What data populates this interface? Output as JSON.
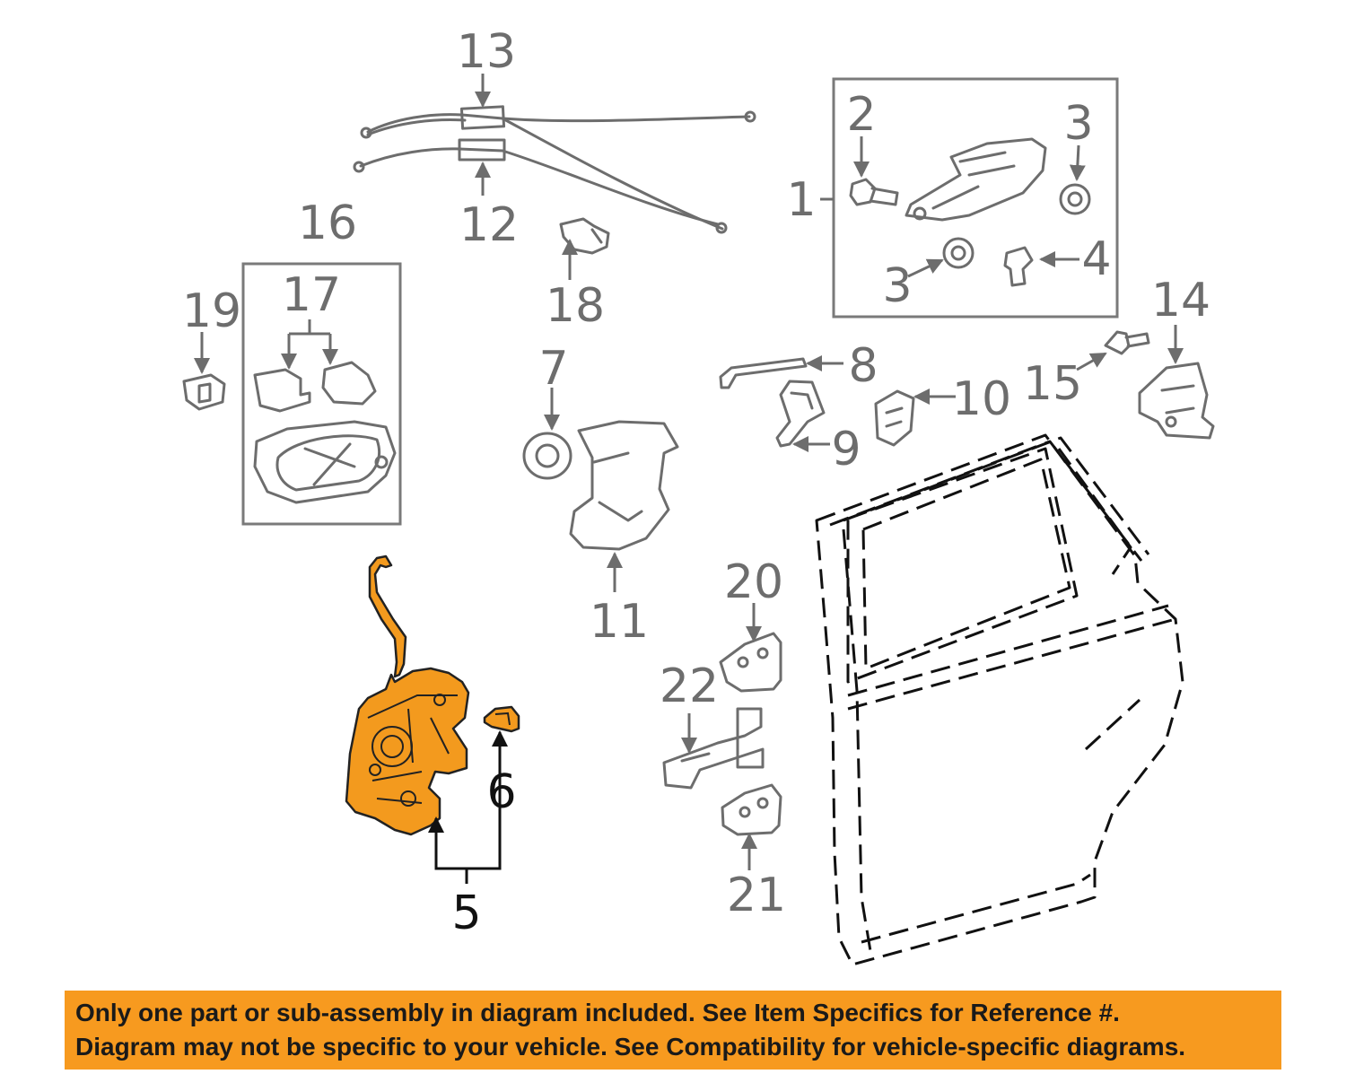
{
  "callouts": {
    "c1": "1",
    "c2": "2",
    "c3a": "3",
    "c3b": "3",
    "c4": "4",
    "c5": "5",
    "c6": "6",
    "c7": "7",
    "c8": "8",
    "c9": "9",
    "c10": "10",
    "c11": "11",
    "c12": "12",
    "c13": "13",
    "c14": "14",
    "c15": "15",
    "c16": "16",
    "c17": "17",
    "c18": "18",
    "c19": "19",
    "c20": "20",
    "c21": "21",
    "c22": "22"
  },
  "colors": {
    "highlight": "#f39a1e",
    "banner": "#f79a1f",
    "line": "#6d6d6d"
  },
  "banner": {
    "line1": "Only one part or sub-assembly in diagram included. See Item Specifics for Reference #.",
    "line2": "Diagram may not be specific to your vehicle. See Compatibility for vehicle-specific diagrams."
  }
}
